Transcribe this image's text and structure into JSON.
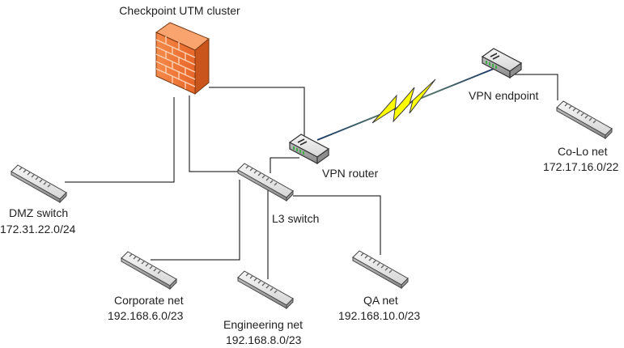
{
  "nodes": {
    "firewall": {
      "name": "Checkpoint UTM cluster",
      "icon": "firewall-icon"
    },
    "vpn_router": {
      "name": "VPN router",
      "icon": "router-icon"
    },
    "vpn_endpoint": {
      "name": "VPN endpoint",
      "icon": "router-icon"
    },
    "l3_switch": {
      "name": "L3 switch",
      "icon": "switch-icon"
    },
    "dmz_switch": {
      "name": "DMZ switch",
      "subnet": "172.31.22.0/24",
      "icon": "switch-icon"
    },
    "colo_net": {
      "name": "Co-Lo net",
      "subnet": "172.17.16.0/22",
      "icon": "switch-icon"
    },
    "corporate_net": {
      "name": "Corporate net",
      "subnet": "192.168.6.0/23",
      "icon": "switch-icon"
    },
    "engineering_net": {
      "name": "Engineering net",
      "subnet": "192.168.8.0/23",
      "icon": "switch-icon"
    },
    "qa_net": {
      "name": "QA net",
      "subnet": "192.168.10.0/23",
      "icon": "switch-icon"
    }
  },
  "links": [
    [
      "firewall",
      "dmz_switch"
    ],
    [
      "firewall",
      "vpn_router"
    ],
    [
      "firewall",
      "l3_switch"
    ],
    [
      "l3_switch",
      "vpn_router"
    ],
    [
      "l3_switch",
      "corporate_net"
    ],
    [
      "l3_switch",
      "engineering_net"
    ],
    [
      "l3_switch",
      "qa_net"
    ],
    [
      "vpn_endpoint",
      "colo_net"
    ],
    [
      "vpn_router",
      "vpn_endpoint",
      "wan-lightning"
    ]
  ],
  "colors": {
    "firewall_brick": "#f07b3c",
    "firewall_mortar": "#fbd2b4",
    "device_body": "#e9e9e9",
    "device_port": "#6e6e6e",
    "vpn_tunnel": "#2e4b7a",
    "wan_lightning": "#ffff00",
    "router_led": "#3fae49"
  }
}
